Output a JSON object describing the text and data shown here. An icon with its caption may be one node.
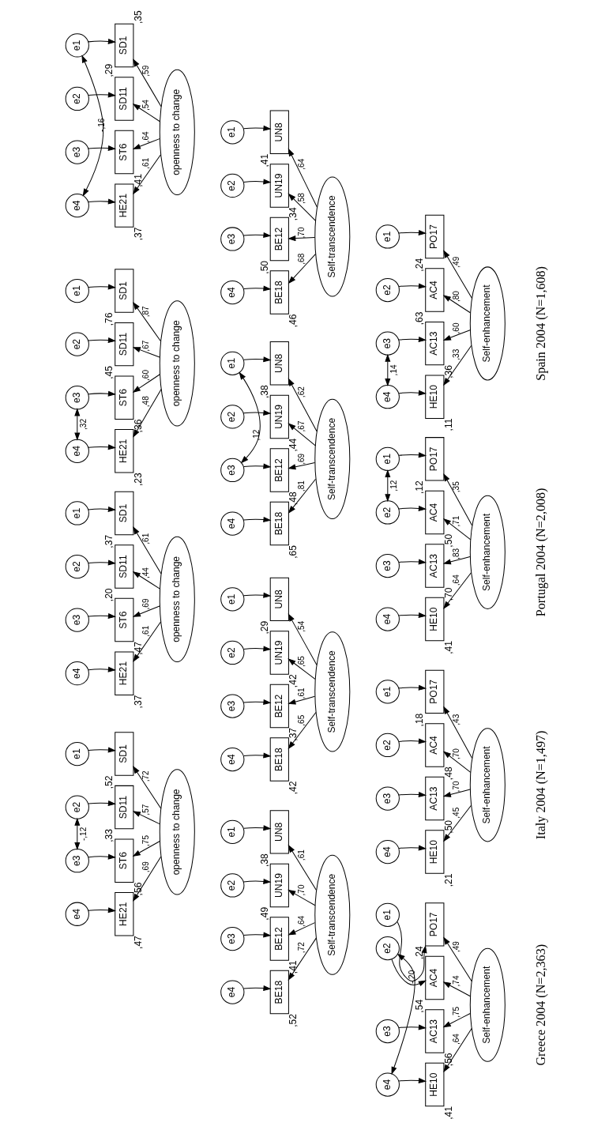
{
  "diagram": {
    "nodes": [
      {
        "text": [
          "openness to change"
        ]
      },
      {
        "text": [
          "SD1"
        ],
        "beside": [
          ",35"
        ]
      },
      {
        "text": [
          "SD11"
        ],
        "beside": [
          ",29"
        ]
      },
      {
        "text": [
          "ST6"
        ],
        "beside": [
          ",41"
        ]
      },
      {
        "text": [
          "HE21"
        ],
        "beside": [
          ",37"
        ]
      },
      {
        "text": [
          "e1"
        ]
      },
      {
        "text": [
          "e2"
        ]
      },
      {
        "text": [
          "e3"
        ]
      },
      {
        "text": [
          "e4"
        ]
      },
      {
        "text": [
          "Self-transcendence"
        ]
      },
      {
        "text": [
          "UN8"
        ],
        "beside": [
          ",41"
        ]
      },
      {
        "text": [
          "UN19"
        ],
        "beside": [
          ",34"
        ]
      },
      {
        "text": [
          "BE12"
        ],
        "beside": [
          ",50"
        ]
      },
      {
        "text": [
          "BE18"
        ],
        "beside": [
          ",46"
        ]
      },
      {
        "text": [
          "e1"
        ]
      },
      {
        "text": [
          "e2"
        ]
      },
      {
        "text": [
          "e3"
        ]
      },
      {
        "text": [
          "e4"
        ]
      },
      {
        "text": [
          "Self-enhancement"
        ]
      },
      {
        "text": [
          "PO17"
        ],
        "beside": [
          ",24"
        ]
      },
      {
        "text": [
          "AC4"
        ],
        "beside": [
          ",63"
        ]
      },
      {
        "text": [
          "AC13"
        ],
        "beside": [
          ",36"
        ]
      },
      {
        "text": [
          "HE10"
        ],
        "beside": [
          ",11"
        ]
      },
      {
        "text": [
          "e1"
        ]
      },
      {
        "text": [
          "e2"
        ]
      },
      {
        "text": [
          "e3"
        ]
      },
      {
        "text": [
          "e4"
        ]
      },
      {
        "text": [
          "openness to change"
        ]
      },
      {
        "text": [
          "SD1"
        ],
        "beside": [
          ",76"
        ]
      },
      {
        "text": [
          "SD11"
        ],
        "beside": [
          ",45"
        ]
      },
      {
        "text": [
          "ST6"
        ],
        "beside": [
          ",36"
        ]
      },
      {
        "text": [
          "HE21"
        ],
        "beside": [
          ",23"
        ]
      },
      {
        "text": [
          "e1"
        ]
      },
      {
        "text": [
          "e2"
        ]
      },
      {
        "text": [
          "e3"
        ]
      },
      {
        "text": [
          "e4"
        ]
      },
      {
        "text": [
          "Self-transcendence"
        ]
      },
      {
        "text": [
          "UN8"
        ],
        "beside": [
          ",38"
        ]
      },
      {
        "text": [
          "UN19"
        ],
        "beside": [
          ",44"
        ]
      },
      {
        "text": [
          "BE12"
        ],
        "beside": [
          ",48"
        ]
      },
      {
        "text": [
          "BE18"
        ],
        "beside": [
          ",65"
        ]
      },
      {
        "text": [
          "e1"
        ]
      },
      {
        "text": [
          "e2"
        ]
      },
      {
        "text": [
          "e3"
        ]
      },
      {
        "text": [
          "e4"
        ]
      },
      {
        "text": [
          "Self-enhancement"
        ]
      },
      {
        "text": [
          "PO17"
        ],
        "beside": [
          ",12"
        ]
      },
      {
        "text": [
          "AC4"
        ],
        "beside": [
          ",50"
        ]
      },
      {
        "text": [
          "AC13"
        ],
        "beside": [
          ",70"
        ]
      },
      {
        "text": [
          "HE10"
        ],
        "beside": [
          ",41"
        ]
      },
      {
        "text": [
          "e1"
        ]
      },
      {
        "text": [
          "e2"
        ]
      },
      {
        "text": [
          "e3"
        ]
      },
      {
        "text": [
          "e4"
        ]
      },
      {
        "text": [
          "openness to change"
        ]
      },
      {
        "text": [
          "SD1"
        ],
        "beside": [
          ",37"
        ]
      },
      {
        "text": [
          "SD11"
        ],
        "beside": [
          ",20"
        ]
      },
      {
        "text": [
          "ST6"
        ],
        "beside": [
          ",47"
        ]
      },
      {
        "text": [
          "HE21"
        ],
        "beside": [
          ",37"
        ]
      },
      {
        "text": [
          "e1"
        ]
      },
      {
        "text": [
          "e2"
        ]
      },
      {
        "text": [
          "e3"
        ]
      },
      {
        "text": [
          "e4"
        ]
      },
      {
        "text": [
          "Self-transcendence"
        ]
      },
      {
        "text": [
          "UN8"
        ],
        "beside": [
          ",29"
        ]
      },
      {
        "text": [
          "UN19"
        ],
        "beside": [
          ",42"
        ]
      },
      {
        "text": [
          "BE12"
        ],
        "beside": [
          ",37"
        ]
      },
      {
        "text": [
          "BE18"
        ],
        "beside": [
          ",42"
        ]
      },
      {
        "text": [
          "e1"
        ]
      },
      {
        "text": [
          "e2"
        ]
      },
      {
        "text": [
          "e3"
        ]
      },
      {
        "text": [
          "e4"
        ]
      },
      {
        "text": [
          "Self-enhancement"
        ]
      },
      {
        "text": [
          "PO17"
        ],
        "beside": [
          ",18"
        ]
      },
      {
        "text": [
          "AC4"
        ],
        "beside": [
          ",48"
        ]
      },
      {
        "text": [
          "AC13"
        ],
        "beside": [
          ",50"
        ]
      },
      {
        "text": [
          "HE10"
        ],
        "beside": [
          ",21"
        ]
      },
      {
        "text": [
          "e1"
        ]
      },
      {
        "text": [
          "e2"
        ]
      },
      {
        "text": [
          "e3"
        ]
      },
      {
        "text": [
          "e4"
        ]
      },
      {
        "text": [
          "openness to change"
        ]
      },
      {
        "text": [
          "SD1"
        ],
        "beside": [
          ",52"
        ]
      },
      {
        "text": [
          "SD11"
        ],
        "beside": [
          ",33"
        ]
      },
      {
        "text": [
          "ST6"
        ],
        "beside": [
          ",56"
        ]
      },
      {
        "text": [
          "HE21"
        ],
        "beside": [
          ",47"
        ]
      },
      {
        "text": [
          "e1"
        ]
      },
      {
        "text": [
          "e2"
        ]
      },
      {
        "text": [
          "e3"
        ]
      },
      {
        "text": [
          "e4"
        ]
      },
      {
        "text": [
          "Self-transcendence"
        ]
      },
      {
        "text": [
          "UN8"
        ],
        "beside": [
          ",38"
        ]
      },
      {
        "text": [
          "UN19"
        ],
        "beside": [
          ",49"
        ]
      },
      {
        "text": [
          "BE12"
        ],
        "beside": [
          ",41"
        ]
      },
      {
        "text": [
          "BE18"
        ],
        "beside": [
          ",52"
        ]
      },
      {
        "text": [
          "e1"
        ]
      },
      {
        "text": [
          "e2"
        ]
      },
      {
        "text": [
          "e3"
        ]
      },
      {
        "text": [
          "e4"
        ]
      },
      {
        "text": [
          "Self-enhancement"
        ]
      },
      {
        "text": [
          "PO17"
        ],
        "beside": [
          ",24"
        ]
      },
      {
        "text": [
          "AC4"
        ],
        "beside": [
          ",54"
        ]
      },
      {
        "text": [
          "AC13"
        ],
        "beside": [
          ",56"
        ]
      },
      {
        "text": [
          "HE10"
        ],
        "beside": [
          ",41"
        ]
      },
      {
        "text": [
          "e1"
        ]
      },
      {
        "text": [
          "e2"
        ]
      },
      {
        "text": [
          "e3"
        ]
      },
      {
        "text": [
          "e4"
        ]
      }
    ],
    "edges": [
      {
        "from": 0,
        "to": 1,
        "arrow": "to",
        "label": ",59"
      },
      {
        "from": 0,
        "to": 2,
        "arrow": "to",
        "label": ",54"
      },
      {
        "from": 0,
        "to": 3,
        "arrow": "to",
        "label": ",64"
      },
      {
        "from": 0,
        "to": 4,
        "arrow": "to",
        "label": ",61"
      },
      {
        "from": 5,
        "to": 1,
        "arrow": "to"
      },
      {
        "from": 6,
        "to": 2,
        "arrow": "to"
      },
      {
        "from": 7,
        "to": 3,
        "arrow": "to"
      },
      {
        "from": 8,
        "to": 4,
        "arrow": "to"
      },
      {
        "from": 5,
        "to": 8,
        "arrow": "both",
        "label": "-,16"
      },
      {
        "from": 9,
        "to": 10,
        "arrow": "to",
        "label": ",64"
      },
      {
        "from": 9,
        "to": 11,
        "arrow": "to",
        "label": ",58"
      },
      {
        "from": 9,
        "to": 12,
        "arrow": "to",
        "label": ",70"
      },
      {
        "from": 9,
        "to": 13,
        "arrow": "to",
        "label": ",68"
      },
      {
        "from": 14,
        "to": 10,
        "arrow": "to"
      },
      {
        "from": 15,
        "to": 11,
        "arrow": "to"
      },
      {
        "from": 16,
        "to": 12,
        "arrow": "to"
      },
      {
        "from": 17,
        "to": 13,
        "arrow": "to"
      },
      {
        "from": 18,
        "to": 19,
        "arrow": "to",
        "label": ",49"
      },
      {
        "from": 18,
        "to": 20,
        "arrow": "to",
        "label": ",80"
      },
      {
        "from": 18,
        "to": 21,
        "arrow": "to",
        "label": ",60"
      },
      {
        "from": 18,
        "to": 22,
        "arrow": "to",
        "label": ",33"
      },
      {
        "from": 23,
        "to": 19,
        "arrow": "to"
      },
      {
        "from": 24,
        "to": 20,
        "arrow": "to"
      },
      {
        "from": 25,
        "to": 21,
        "arrow": "to"
      },
      {
        "from": 26,
        "to": 22,
        "arrow": "to"
      },
      {
        "from": 25,
        "to": 26,
        "arrow": "both",
        "label": ",14"
      },
      {
        "from": 27,
        "to": 28,
        "arrow": "to",
        "label": ",87"
      },
      {
        "from": 27,
        "to": 29,
        "arrow": "to",
        "label": ",67"
      },
      {
        "from": 27,
        "to": 30,
        "arrow": "to",
        "label": ",60"
      },
      {
        "from": 27,
        "to": 31,
        "arrow": "to",
        "label": ",48"
      },
      {
        "from": 32,
        "to": 28,
        "arrow": "to"
      },
      {
        "from": 33,
        "to": 29,
        "arrow": "to"
      },
      {
        "from": 34,
        "to": 30,
        "arrow": "to"
      },
      {
        "from": 35,
        "to": 31,
        "arrow": "to"
      },
      {
        "from": 34,
        "to": 35,
        "arrow": "both",
        "label": ",32"
      },
      {
        "from": 36,
        "to": 37,
        "arrow": "to",
        "label": ",62"
      },
      {
        "from": 36,
        "to": 38,
        "arrow": "to",
        "label": ",67"
      },
      {
        "from": 36,
        "to": 39,
        "arrow": "to",
        "label": ",69"
      },
      {
        "from": 36,
        "to": 40,
        "arrow": "to",
        "label": ",81"
      },
      {
        "from": 41,
        "to": 37,
        "arrow": "to"
      },
      {
        "from": 42,
        "to": 38,
        "arrow": "to"
      },
      {
        "from": 43,
        "to": 39,
        "arrow": "to"
      },
      {
        "from": 44,
        "to": 40,
        "arrow": "to"
      },
      {
        "from": 41,
        "to": 43,
        "arrow": "both",
        "label": ",12"
      },
      {
        "from": 45,
        "to": 46,
        "arrow": "to",
        "label": ",35"
      },
      {
        "from": 45,
        "to": 47,
        "arrow": "to",
        "label": ",71"
      },
      {
        "from": 45,
        "to": 48,
        "arrow": "to",
        "label": ",83"
      },
      {
        "from": 45,
        "to": 49,
        "arrow": "to",
        "label": ",64"
      },
      {
        "from": 50,
        "to": 46,
        "arrow": "to"
      },
      {
        "from": 51,
        "to": 47,
        "arrow": "to"
      },
      {
        "from": 52,
        "to": 48,
        "arrow": "to"
      },
      {
        "from": 53,
        "to": 49,
        "arrow": "to"
      },
      {
        "from": 50,
        "to": 51,
        "arrow": "both",
        "label": ",12"
      },
      {
        "from": 54,
        "to": 55,
        "arrow": "to",
        "label": ",61"
      },
      {
        "from": 54,
        "to": 56,
        "arrow": "to",
        "label": ",44"
      },
      {
        "from": 54,
        "to": 57,
        "arrow": "to",
        "label": ",69"
      },
      {
        "from": 54,
        "to": 58,
        "arrow": "to",
        "label": ",61"
      },
      {
        "from": 59,
        "to": 55,
        "arrow": "to"
      },
      {
        "from": 60,
        "to": 56,
        "arrow": "to"
      },
      {
        "from": 61,
        "to": 57,
        "arrow": "to"
      },
      {
        "from": 62,
        "to": 58,
        "arrow": "to"
      },
      {
        "from": 63,
        "to": 64,
        "arrow": "to",
        "label": ",54"
      },
      {
        "from": 63,
        "to": 65,
        "arrow": "to",
        "label": ",65"
      },
      {
        "from": 63,
        "to": 66,
        "arrow": "to",
        "label": ",61"
      },
      {
        "from": 63,
        "to": 67,
        "arrow": "to",
        "label": ",65"
      },
      {
        "from": 68,
        "to": 64,
        "arrow": "to"
      },
      {
        "from": 69,
        "to": 65,
        "arrow": "to"
      },
      {
        "from": 70,
        "to": 66,
        "arrow": "to"
      },
      {
        "from": 71,
        "to": 67,
        "arrow": "to"
      },
      {
        "from": 72,
        "to": 73,
        "arrow": "to",
        "label": ",43"
      },
      {
        "from": 72,
        "to": 74,
        "arrow": "to",
        "label": ",70"
      },
      {
        "from": 72,
        "to": 75,
        "arrow": "to",
        "label": ",70"
      },
      {
        "from": 72,
        "to": 76,
        "arrow": "to",
        "label": ",45"
      },
      {
        "from": 77,
        "to": 73,
        "arrow": "to"
      },
      {
        "from": 78,
        "to": 74,
        "arrow": "to"
      },
      {
        "from": 79,
        "to": 75,
        "arrow": "to"
      },
      {
        "from": 80,
        "to": 76,
        "arrow": "to"
      },
      {
        "from": 81,
        "to": 82,
        "arrow": "to",
        "label": ",72"
      },
      {
        "from": 81,
        "to": 83,
        "arrow": "to",
        "label": ",57"
      },
      {
        "from": 81,
        "to": 84,
        "arrow": "to",
        "label": ",75"
      },
      {
        "from": 81,
        "to": 85,
        "arrow": "to",
        "label": ",69"
      },
      {
        "from": 86,
        "to": 82,
        "arrow": "to"
      },
      {
        "from": 87,
        "to": 83,
        "arrow": "to"
      },
      {
        "from": 88,
        "to": 84,
        "arrow": "to"
      },
      {
        "from": 89,
        "to": 85,
        "arrow": "to"
      },
      {
        "from": 87,
        "to": 88,
        "arrow": "both",
        "label": "-,12"
      },
      {
        "from": 90,
        "to": 91,
        "arrow": "to",
        "label": ",61"
      },
      {
        "from": 90,
        "to": 92,
        "arrow": "to",
        "label": ",70"
      },
      {
        "from": 90,
        "to": 93,
        "arrow": "to",
        "label": ",64"
      },
      {
        "from": 90,
        "to": 94,
        "arrow": "to",
        "label": ",72"
      },
      {
        "from": 95,
        "to": 91,
        "arrow": "to"
      },
      {
        "from": 96,
        "to": 92,
        "arrow": "to"
      },
      {
        "from": 97,
        "to": 93,
        "arrow": "to"
      },
      {
        "from": 98,
        "to": 94,
        "arrow": "to"
      },
      {
        "from": 99,
        "to": 100,
        "arrow": "to",
        "label": ",49"
      },
      {
        "from": 99,
        "to": 101,
        "arrow": "to",
        "label": ",74"
      },
      {
        "from": 99,
        "to": 102,
        "arrow": "to",
        "label": ",75"
      },
      {
        "from": 99,
        "to": 103,
        "arrow": "to",
        "label": ",64"
      },
      {
        "from": 104,
        "to": 100,
        "arrow": "to"
      },
      {
        "from": 105,
        "to": 101,
        "arrow": "to"
      },
      {
        "from": 106,
        "to": 102,
        "arrow": "to"
      },
      {
        "from": 107,
        "to": 103,
        "arrow": "to"
      },
      {
        "from": 105,
        "to": 107,
        "arrow": "both",
        "label": "-,20"
      }
    ],
    "labels": [
      "Spain 2004 (N=1,608)",
      "Portugal 2004 (N=2,008)",
      "Italy 2004 (N=1,497)",
      "Greece 2004 (N=2,363)"
    ]
  }
}
